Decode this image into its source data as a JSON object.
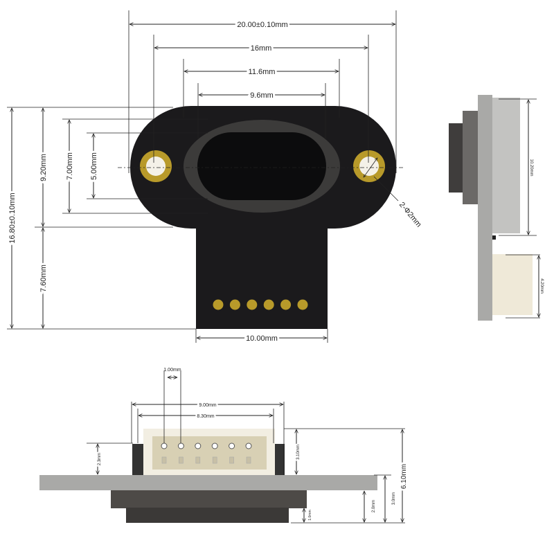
{
  "top_view": {
    "width_overall": "20.00±0.10mm",
    "hole_spacing": "16mm",
    "window_outer_width": "11.6mm",
    "window_inner_width": "9.6mm",
    "height_overall": "16.80±0.10mm",
    "oval_height": "9.20mm",
    "tail_height": "7.60mm",
    "window_outer_height": "7.00mm",
    "window_inner_height": "5.00mm",
    "tail_width": "10.00mm",
    "hole_callout": "2-Φ2mm",
    "pad_count": 6
  },
  "side_view": {
    "block_height": "10.20mm",
    "connector_height": "4.20mm"
  },
  "bottom_view": {
    "pin_pitch": "1.00mm",
    "connector_outer_width": "9.00mm",
    "connector_inner_width": "8.30mm",
    "left_height": "2.3mm",
    "connector_height": "3.10mm",
    "total_height": "6.10mm",
    "lens_height_a": "2.0mm",
    "lens_height_b": "3.0mm",
    "lens_step": "1.0mm",
    "pin_count": 6
  },
  "colors": {
    "board": "#1b1a1c",
    "gold": "#b89a2a",
    "window_ring": "#4a4a48",
    "pcb_side": "#a9a9a7",
    "connector": "#efe9d8",
    "lens_dark": "#4d4a47"
  }
}
